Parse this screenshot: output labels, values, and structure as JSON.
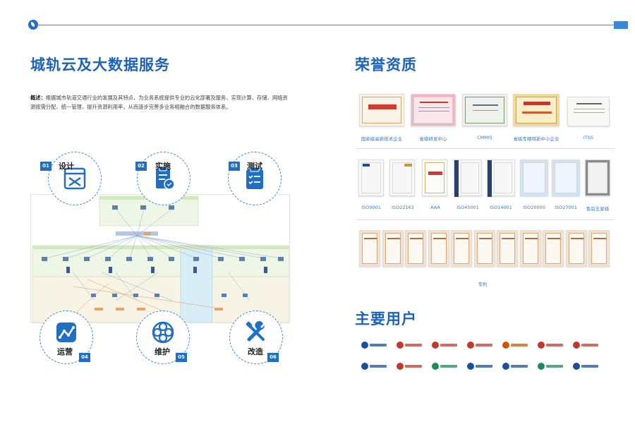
{
  "left": {
    "title": "城轨云及大数据服务",
    "summary_lead": "概述：",
    "summary_text": "根据城市轨道交通行业的发展及其特点，为业务系统提供专业的云化部署及服务，实现计算、存储、网络资源按需分配、统一管理，提升资源利用率，从而逐步完善多业务相融合的数据服务体系。",
    "steps": [
      {
        "num": "01",
        "label": "设计",
        "icon": "design-icon"
      },
      {
        "num": "02",
        "label": "实施",
        "icon": "implement-icon"
      },
      {
        "num": "03",
        "label": "测试",
        "icon": "test-icon"
      },
      {
        "num": "04",
        "label": "运营",
        "icon": "operate-icon"
      },
      {
        "num": "05",
        "label": "维护",
        "icon": "maintain-icon"
      },
      {
        "num": "06",
        "label": "改造",
        "icon": "renovate-icon"
      }
    ]
  },
  "right": {
    "honor_title": "荣誉资质",
    "row1": [
      "国家级高新技术企业",
      "省级研发中心",
      "CMMI5",
      "省级专精特新中小企业",
      "ITSS"
    ],
    "row2": [
      "ISO9001",
      "ISO22163",
      "AAA",
      "ISO45001",
      "ISO14001",
      "ISO20000",
      "ISO27001",
      "售后五星级"
    ],
    "row3_caption": "专利",
    "users_title": "主要用户"
  },
  "colors": {
    "primary": "#1e63b8",
    "accent": "#3a8ad6",
    "caption": "#3a7bc8"
  }
}
